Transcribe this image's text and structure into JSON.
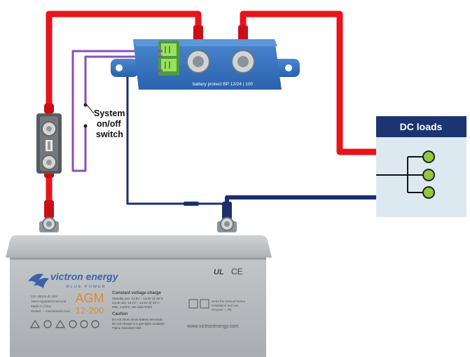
{
  "switch_label": {
    "line1": "System",
    "line2": "on/off",
    "line3": "switch"
  },
  "loads": {
    "title": "DC loads"
  },
  "protect": {
    "text": "battery protect  BP 12/24 | 100"
  },
  "battery": {
    "brand": "victron energy",
    "brand_sub": "BLUE POWER",
    "type": "AGM",
    "model": "12-200",
    "ce": "CE",
    "ul": "UL",
    "charge_title": "Constant voltage charge",
    "charge_line1": "Standby use: 13.5V – 13.8V @ 25°C",
    "charge_line2": "Cycle use: 14.2V – 14.6V @ 25°C",
    "charge_line3": "Max. current: see data sheet",
    "caution_title": "Caution",
    "caution_line1": "Do not short circuit battery terminals",
    "caution_line2": "Do not charge in a gas-tight container",
    "caution_line3": "Flame retardant ABS",
    "left_line1": "12V 200Ah @ 20hr",
    "left_line2": "Valve regulated lead acid",
    "left_line3": "Made in China",
    "left_line4": "Sealed — maintenance free",
    "right_line1": "Read the manual before",
    "right_line2": "installation and use",
    "right_line3": "Recycle — Pb",
    "url": "www.victronenergy.com"
  },
  "colors": {
    "positive": "#e8141b",
    "negative": "#1b2f6e",
    "switch_wire": "#8a4fb5",
    "device": "#2f6fbe",
    "loads_header": "#1c3570",
    "loads_body": "#dde9f1",
    "load_terminal": "#8fca3c",
    "battery_body": "#b4b8bc",
    "battery_brand": "#3d62a8"
  },
  "icons": [
    "fuse-icon",
    "terminal-block-icon",
    "load-terminal-icon",
    "battery-icon"
  ]
}
